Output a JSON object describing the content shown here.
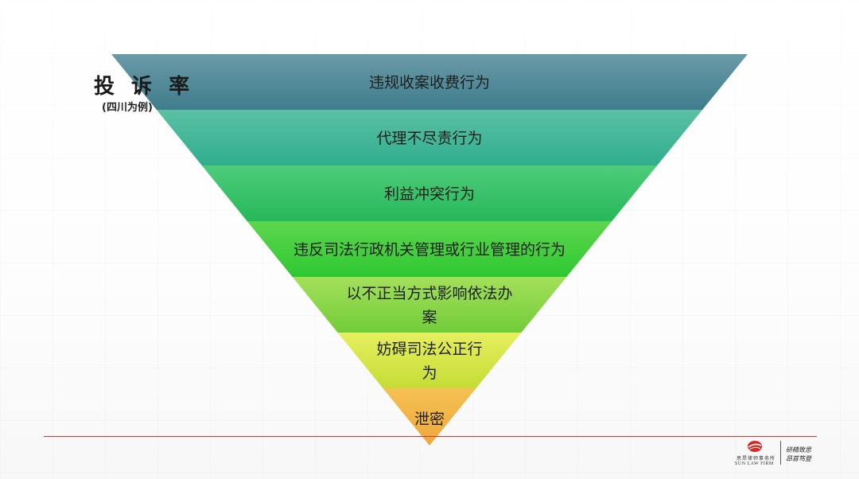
{
  "title": "投 诉 率",
  "subtitle": "(四川为例)",
  "layers": [
    {
      "label": "违规收案收费行为",
      "color_top": "#6a9aa8",
      "color_bottom": "#3f7d8c"
    },
    {
      "label": "代理不尽责行为",
      "color_top": "#5cc0a4",
      "color_bottom": "#2fae8e"
    },
    {
      "label": "利益冲突行为",
      "color_top": "#4fcc7a",
      "color_bottom": "#26b85a"
    },
    {
      "label": "违反司法行政机关管理或行业管理的行为",
      "color_top": "#5ed64e",
      "color_bottom": "#2ec831"
    },
    {
      "label": "以不正当方式影响依法办案",
      "color_top": "#a4e05a",
      "color_bottom": "#72cc3a"
    },
    {
      "label": "妨碍司法公正行为",
      "color_top": "#e6ef5e",
      "color_bottom": "#c6dc36"
    },
    {
      "label": "泄密",
      "color_top": "#f5c052",
      "color_bottom": "#efa83c"
    }
  ],
  "logo": {
    "firm_cn": "思昂律师事务所",
    "firm_en": "SUN LAW FIRM",
    "motto_line1": "研精致思",
    "motto_line2": "昂首笃登",
    "accent_color": "#d62a2a"
  }
}
